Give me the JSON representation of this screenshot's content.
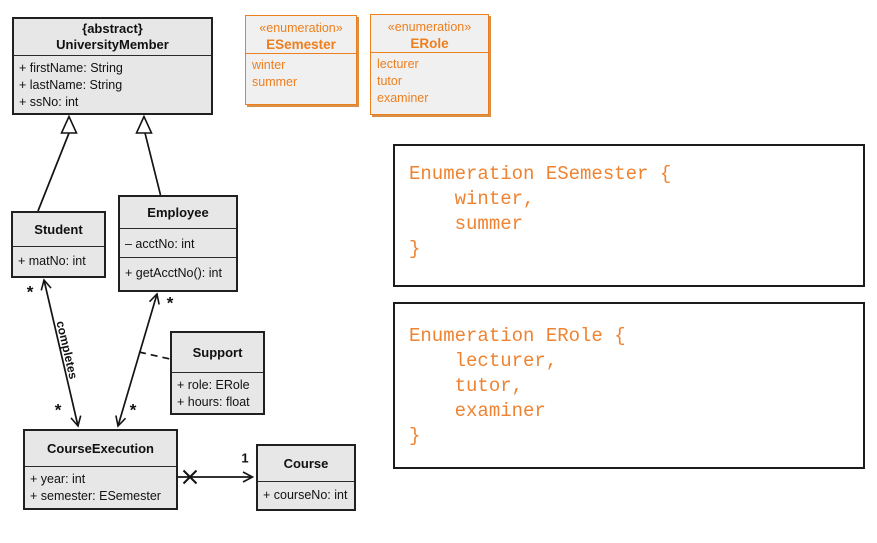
{
  "colors": {
    "diagram_orange": "#ee7f1e",
    "code_orange": "#ef8331",
    "class_fill": "#e7e7e7",
    "enum_fill": "#f0f0f0",
    "line_color": "#141414"
  },
  "classes": {
    "university_member": {
      "stereotype": "{abstract}",
      "name": "UniversityMember",
      "attributes": [
        "+ firstName: String",
        "+ lastName: String",
        "+ ssNo: int"
      ]
    },
    "student": {
      "name": "Student",
      "attributes": [
        "+ matNo: int"
      ]
    },
    "employee": {
      "name": "Employee",
      "attributes": [
        "– acctNo: int"
      ],
      "operations": [
        "+ getAcctNo(): int"
      ]
    },
    "support": {
      "name": "Support",
      "attributes": [
        "+ role: ERole",
        "+ hours: float"
      ]
    },
    "course_execution": {
      "name": "CourseExecution",
      "attributes": [
        "+ year: int",
        "+ semester: ESemester"
      ]
    },
    "course": {
      "name": "Course",
      "attributes": [
        "+ courseNo: int"
      ]
    }
  },
  "enumerations": {
    "esemester": {
      "stereotype": "«enumeration»",
      "name": "ESemester",
      "literals": [
        "winter",
        "summer"
      ]
    },
    "erole": {
      "stereotype": "«enumeration»",
      "name": "ERole",
      "literals": [
        "lecturer",
        "tutor",
        "examiner"
      ]
    }
  },
  "relationships": {
    "student_course_execution": {
      "label": "completes",
      "mult_at_student": "*",
      "mult_at_course_execution": "*"
    },
    "employee_course_execution": {
      "mult_at_employee": "*",
      "mult_at_course_execution": "*"
    },
    "course_execution_course": {
      "mult_at_course": "1"
    }
  },
  "code_blocks": {
    "esemester": {
      "lines": [
        "Enumeration ESemester {",
        "    winter,",
        "    summer",
        "}"
      ]
    },
    "erole": {
      "lines": [
        "Enumeration ERole {",
        "    lecturer,",
        "    tutor,",
        "    examiner",
        "}"
      ]
    }
  }
}
